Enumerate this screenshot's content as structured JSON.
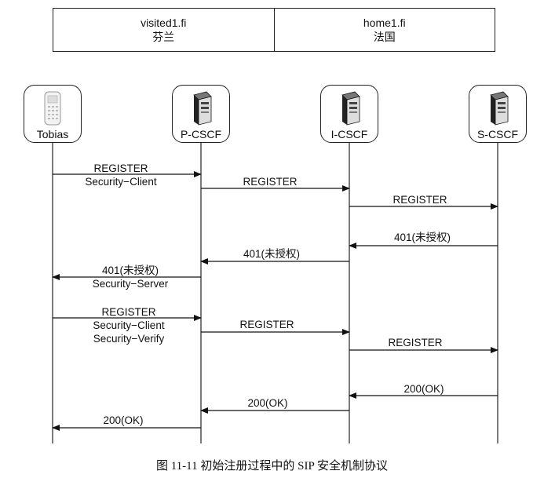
{
  "domains": {
    "left": {
      "host": "visited1.fi",
      "country": "芬兰"
    },
    "right": {
      "host": "home1.fi",
      "country": "法国"
    }
  },
  "nodes": {
    "tobias": "Tobias",
    "pcscf": "P-CSCF",
    "icscf": "I-CSCF",
    "scscf": "S-CSCF"
  },
  "messages": [
    {
      "id": "m1",
      "from": "tobias",
      "to": "pcscf",
      "lines": [
        "REGISTER",
        "Security−Client"
      ]
    },
    {
      "id": "m2",
      "from": "pcscf",
      "to": "icscf",
      "lines": [
        "REGISTER"
      ]
    },
    {
      "id": "m3",
      "from": "icscf",
      "to": "scscf",
      "lines": [
        "REGISTER"
      ]
    },
    {
      "id": "m4",
      "from": "scscf",
      "to": "icscf",
      "lines": [
        "401(未授权)"
      ]
    },
    {
      "id": "m5",
      "from": "icscf",
      "to": "pcscf",
      "lines": [
        "401(未授权)"
      ]
    },
    {
      "id": "m6",
      "from": "pcscf",
      "to": "tobias",
      "lines": [
        "401(未授权)",
        "Security−Server"
      ]
    },
    {
      "id": "m7",
      "from": "tobias",
      "to": "pcscf",
      "lines": [
        "REGISTER",
        "Security−Client",
        "Security−Verify"
      ]
    },
    {
      "id": "m8",
      "from": "pcscf",
      "to": "icscf",
      "lines": [
        "REGISTER"
      ]
    },
    {
      "id": "m9",
      "from": "icscf",
      "to": "scscf",
      "lines": [
        "REGISTER"
      ]
    },
    {
      "id": "m10",
      "from": "scscf",
      "to": "icscf",
      "lines": [
        "200(OK)"
      ]
    },
    {
      "id": "m11",
      "from": "icscf",
      "to": "pcscf",
      "lines": [
        "200(OK)"
      ]
    },
    {
      "id": "m12",
      "from": "pcscf",
      "to": "tobias",
      "lines": [
        "200(OK)"
      ]
    }
  ],
  "caption": "图 11-11    初始注册过程中的 SIP 安全机制协议"
}
